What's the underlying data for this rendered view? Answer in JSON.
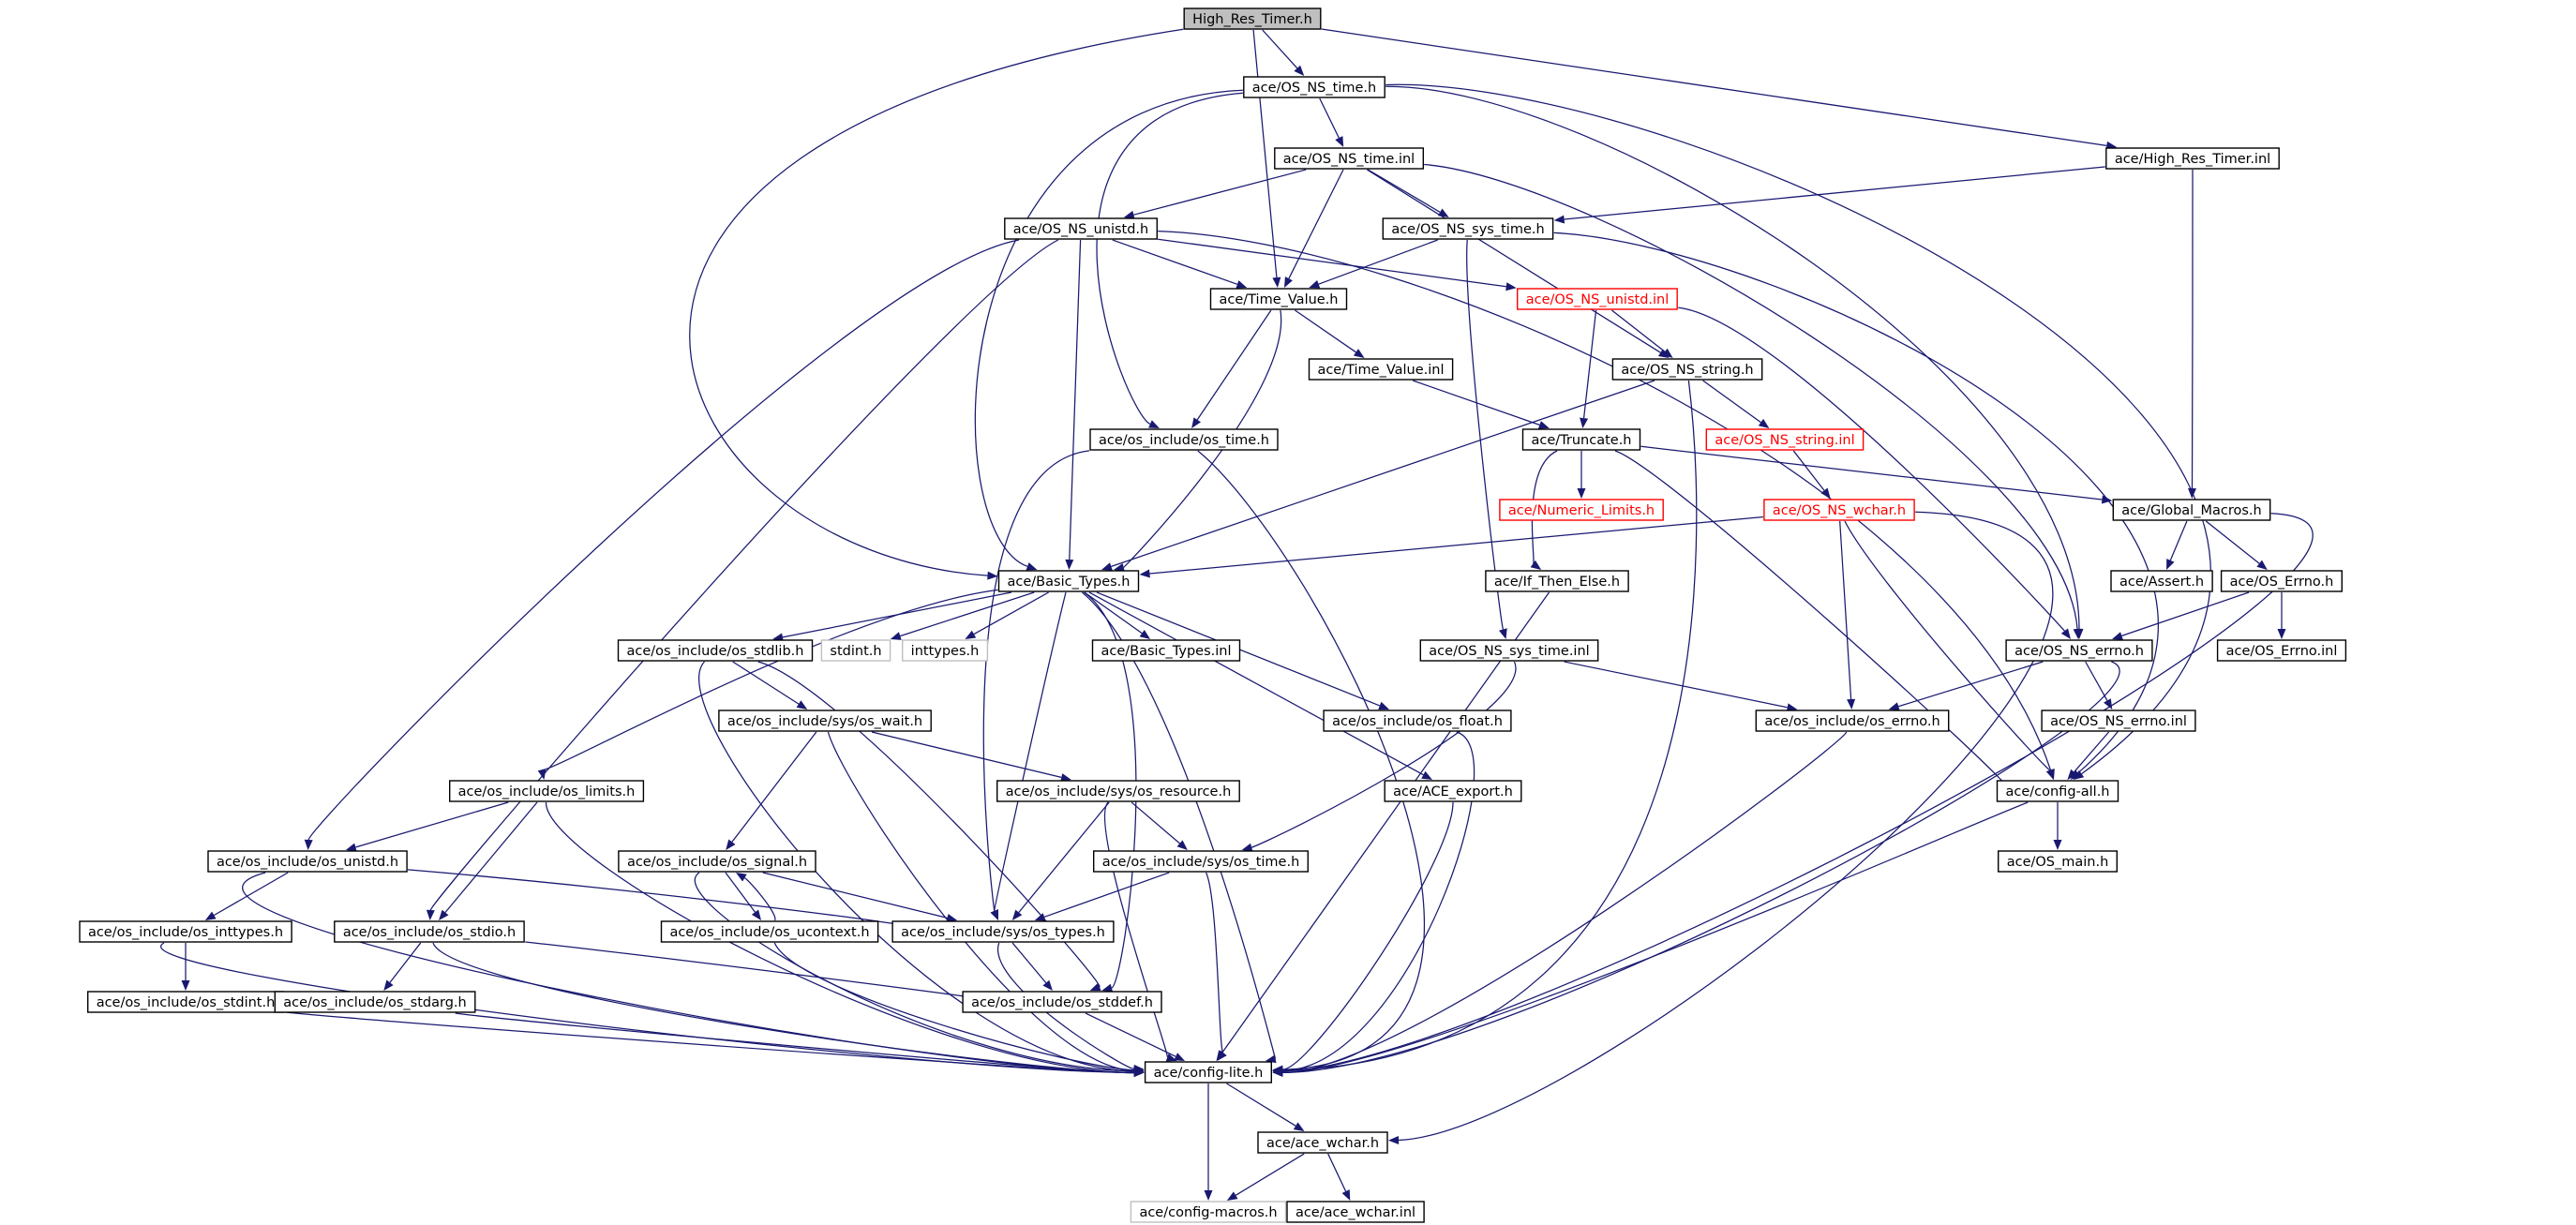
{
  "colors": {
    "edge": "#191970",
    "box_border": "#000000",
    "missing_border": "#ff0000",
    "system_border": "#bfbfbf",
    "root_fill": "#bfbfbf",
    "background": "#ffffff"
  },
  "nodes": [
    {
      "id": "root",
      "label": "High_Res_Timer.h",
      "kind": "root"
    },
    {
      "id": "os_ns_time_h",
      "label": "ace/OS_NS_time.h",
      "kind": "normal"
    },
    {
      "id": "hrt_inl",
      "label": "ace/High_Res_Timer.inl",
      "kind": "normal"
    },
    {
      "id": "os_ns_time_inl",
      "label": "ace/OS_NS_time.inl",
      "kind": "normal"
    },
    {
      "id": "os_ns_unistd_h",
      "label": "ace/OS_NS_unistd.h",
      "kind": "normal"
    },
    {
      "id": "os_ns_sys_time_h",
      "label": "ace/OS_NS_sys_time.h",
      "kind": "normal"
    },
    {
      "id": "time_value_h",
      "label": "ace/Time_Value.h",
      "kind": "normal"
    },
    {
      "id": "os_ns_unistd_inl",
      "label": "ace/OS_NS_unistd.inl",
      "kind": "red"
    },
    {
      "id": "time_value_inl",
      "label": "ace/Time_Value.inl",
      "kind": "normal"
    },
    {
      "id": "os_ns_string_h",
      "label": "ace/OS_NS_string.h",
      "kind": "normal"
    },
    {
      "id": "osi_os_time_h",
      "label": "ace/os_include/os_time.h",
      "kind": "normal"
    },
    {
      "id": "truncate_h",
      "label": "ace/Truncate.h",
      "kind": "normal"
    },
    {
      "id": "os_ns_string_inl",
      "label": "ace/OS_NS_string.inl",
      "kind": "red"
    },
    {
      "id": "numeric_limits_h",
      "label": "ace/Numeric_Limits.h",
      "kind": "red"
    },
    {
      "id": "os_ns_wchar_h",
      "label": "ace/OS_NS_wchar.h",
      "kind": "red"
    },
    {
      "id": "global_macros_h",
      "label": "ace/Global_Macros.h",
      "kind": "normal"
    },
    {
      "id": "basic_types_h",
      "label": "ace/Basic_Types.h",
      "kind": "normal"
    },
    {
      "id": "if_then_else_h",
      "label": "ace/If_Then_Else.h",
      "kind": "normal"
    },
    {
      "id": "assert_h",
      "label": "ace/Assert.h",
      "kind": "normal"
    },
    {
      "id": "os_errno_h",
      "label": "ace/OS_Errno.h",
      "kind": "normal"
    },
    {
      "id": "osi_os_stdlib_h",
      "label": "ace/os_include/os_stdlib.h",
      "kind": "normal"
    },
    {
      "id": "stdint_h",
      "label": "stdint.h",
      "kind": "grey"
    },
    {
      "id": "inttypes_h",
      "label": "inttypes.h",
      "kind": "grey"
    },
    {
      "id": "basic_types_inl",
      "label": "ace/Basic_Types.inl",
      "kind": "normal"
    },
    {
      "id": "os_ns_sys_time_inl",
      "label": "ace/OS_NS_sys_time.inl",
      "kind": "normal"
    },
    {
      "id": "os_ns_errno_h",
      "label": "ace/OS_NS_errno.h",
      "kind": "normal"
    },
    {
      "id": "os_errno_inl",
      "label": "ace/OS_Errno.inl",
      "kind": "normal"
    },
    {
      "id": "osi_sys_os_wait_h",
      "label": "ace/os_include/sys/os_wait.h",
      "kind": "normal"
    },
    {
      "id": "osi_os_float_h",
      "label": "ace/os_include/os_float.h",
      "kind": "normal"
    },
    {
      "id": "osi_os_errno_h",
      "label": "ace/os_include/os_errno.h",
      "kind": "normal"
    },
    {
      "id": "os_ns_errno_inl",
      "label": "ace/OS_NS_errno.inl",
      "kind": "normal"
    },
    {
      "id": "osi_os_limits_h",
      "label": "ace/os_include/os_limits.h",
      "kind": "normal"
    },
    {
      "id": "osi_sys_os_resource_h",
      "label": "ace/os_include/sys/os_resource.h",
      "kind": "normal"
    },
    {
      "id": "ace_export_h",
      "label": "ace/ACE_export.h",
      "kind": "normal"
    },
    {
      "id": "config_all_h",
      "label": "ace/config-all.h",
      "kind": "normal"
    },
    {
      "id": "osi_os_unistd_h",
      "label": "ace/os_include/os_unistd.h",
      "kind": "normal"
    },
    {
      "id": "osi_os_signal_h",
      "label": "ace/os_include/os_signal.h",
      "kind": "normal"
    },
    {
      "id": "osi_sys_os_time_h",
      "label": "ace/os_include/sys/os_time.h",
      "kind": "normal"
    },
    {
      "id": "os_main_h",
      "label": "ace/OS_main.h",
      "kind": "normal"
    },
    {
      "id": "osi_os_inttypes_h",
      "label": "ace/os_include/os_inttypes.h",
      "kind": "normal"
    },
    {
      "id": "osi_os_stdio_h",
      "label": "ace/os_include/os_stdio.h",
      "kind": "normal"
    },
    {
      "id": "osi_os_ucontext_h",
      "label": "ace/os_include/os_ucontext.h",
      "kind": "normal"
    },
    {
      "id": "osi_sys_os_types_h",
      "label": "ace/os_include/sys/os_types.h",
      "kind": "normal"
    },
    {
      "id": "osi_os_stdint_h",
      "label": "ace/os_include/os_stdint.h",
      "kind": "normal"
    },
    {
      "id": "osi_os_stdarg_h",
      "label": "ace/os_include/os_stdarg.h",
      "kind": "normal"
    },
    {
      "id": "osi_os_stddef_h",
      "label": "ace/os_include/os_stddef.h",
      "kind": "normal"
    },
    {
      "id": "config_lite_h",
      "label": "ace/config-lite.h",
      "kind": "normal"
    },
    {
      "id": "ace_wchar_h",
      "label": "ace/ace_wchar.h",
      "kind": "normal"
    },
    {
      "id": "config_macros_h",
      "label": "ace/config-macros.h",
      "kind": "grey"
    },
    {
      "id": "ace_wchar_inl",
      "label": "ace/ace_wchar.inl",
      "kind": "normal"
    }
  ],
  "edges": [
    [
      "root",
      "os_ns_time_h"
    ],
    [
      "root",
      "hrt_inl"
    ],
    [
      "root",
      "time_value_h"
    ],
    [
      "root",
      "basic_types_h"
    ],
    [
      "os_ns_time_h",
      "os_ns_time_inl"
    ],
    [
      "os_ns_time_h",
      "basic_types_h"
    ],
    [
      "os_ns_time_h",
      "osi_os_time_h"
    ],
    [
      "os_ns_time_h",
      "os_ns_errno_h"
    ],
    [
      "os_ns_time_h",
      "config_all_h"
    ],
    [
      "hrt_inl",
      "os_ns_sys_time_h"
    ],
    [
      "hrt_inl",
      "global_macros_h"
    ],
    [
      "os_ns_time_inl",
      "os_ns_unistd_h"
    ],
    [
      "os_ns_time_inl",
      "os_ns_sys_time_h"
    ],
    [
      "os_ns_time_inl",
      "time_value_h"
    ],
    [
      "os_ns_time_inl",
      "os_ns_string_h"
    ],
    [
      "os_ns_time_inl",
      "os_ns_errno_h"
    ],
    [
      "os_ns_unistd_h",
      "time_value_h"
    ],
    [
      "os_ns_unistd_h",
      "os_ns_unistd_inl"
    ],
    [
      "os_ns_unistd_h",
      "basic_types_h"
    ],
    [
      "os_ns_unistd_h",
      "osi_os_unistd_h"
    ],
    [
      "os_ns_unistd_h",
      "osi_os_stdio_h"
    ],
    [
      "os_ns_unistd_h",
      "config_all_h"
    ],
    [
      "os_ns_sys_time_h",
      "time_value_h"
    ],
    [
      "os_ns_sys_time_h",
      "os_ns_sys_time_inl"
    ],
    [
      "os_ns_sys_time_h",
      "config_all_h"
    ],
    [
      "time_value_h",
      "time_value_inl"
    ],
    [
      "time_value_h",
      "osi_os_time_h"
    ],
    [
      "time_value_h",
      "basic_types_h"
    ],
    [
      "os_ns_unistd_inl",
      "os_ns_string_h"
    ],
    [
      "os_ns_unistd_inl",
      "truncate_h"
    ],
    [
      "os_ns_unistd_inl",
      "os_ns_errno_h"
    ],
    [
      "time_value_inl",
      "truncate_h"
    ],
    [
      "os_ns_string_h",
      "os_ns_string_inl"
    ],
    [
      "os_ns_string_h",
      "basic_types_h"
    ],
    [
      "os_ns_string_h",
      "config_lite_h"
    ],
    [
      "osi_os_time_h",
      "osi_sys_os_types_h"
    ],
    [
      "osi_os_time_h",
      "config_lite_h"
    ],
    [
      "truncate_h",
      "numeric_limits_h"
    ],
    [
      "truncate_h",
      "if_then_else_h"
    ],
    [
      "truncate_h",
      "global_macros_h"
    ],
    [
      "truncate_h",
      "config_all_h"
    ],
    [
      "os_ns_string_inl",
      "os_ns_wchar_h"
    ],
    [
      "os_ns_wchar_h",
      "basic_types_h"
    ],
    [
      "os_ns_wchar_h",
      "osi_os_errno_h"
    ],
    [
      "os_ns_wchar_h",
      "config_all_h"
    ],
    [
      "os_ns_wchar_h",
      "ace_wchar_h"
    ],
    [
      "global_macros_h",
      "assert_h"
    ],
    [
      "global_macros_h",
      "os_errno_h"
    ],
    [
      "global_macros_h",
      "config_lite_h"
    ],
    [
      "basic_types_h",
      "osi_os_stdlib_h"
    ],
    [
      "basic_types_h",
      "stdint_h"
    ],
    [
      "basic_types_h",
      "inttypes_h"
    ],
    [
      "basic_types_h",
      "basic_types_inl"
    ],
    [
      "basic_types_h",
      "osi_os_limits_h"
    ],
    [
      "basic_types_h",
      "osi_os_float_h"
    ],
    [
      "basic_types_h",
      "ace_export_h"
    ],
    [
      "basic_types_h",
      "osi_sys_os_types_h"
    ],
    [
      "basic_types_h",
      "osi_os_stddef_h"
    ],
    [
      "basic_types_h",
      "config_lite_h"
    ],
    [
      "if_then_else_h",
      "config_lite_h"
    ],
    [
      "os_errno_h",
      "os_ns_errno_h"
    ],
    [
      "os_errno_h",
      "os_errno_inl"
    ],
    [
      "osi_os_stdlib_h",
      "osi_sys_os_wait_h"
    ],
    [
      "osi_os_stdlib_h",
      "osi_os_stddef_h"
    ],
    [
      "osi_os_stdlib_h",
      "config_lite_h"
    ],
    [
      "os_ns_sys_time_inl",
      "osi_os_errno_h"
    ],
    [
      "os_ns_sys_time_inl",
      "osi_sys_os_time_h"
    ],
    [
      "os_ns_errno_h",
      "osi_os_errno_h"
    ],
    [
      "os_ns_errno_h",
      "os_ns_errno_inl"
    ],
    [
      "os_ns_errno_h",
      "config_lite_h"
    ],
    [
      "osi_sys_os_wait_h",
      "osi_sys_os_resource_h"
    ],
    [
      "osi_sys_os_wait_h",
      "osi_os_signal_h"
    ],
    [
      "osi_sys_os_wait_h",
      "config_lite_h"
    ],
    [
      "osi_os_float_h",
      "config_lite_h"
    ],
    [
      "osi_os_errno_h",
      "config_lite_h"
    ],
    [
      "os_ns_errno_inl",
      "config_all_h"
    ],
    [
      "osi_os_limits_h",
      "osi_os_unistd_h"
    ],
    [
      "osi_os_limits_h",
      "osi_os_stdio_h"
    ],
    [
      "osi_os_limits_h",
      "config_lite_h"
    ],
    [
      "osi_sys_os_resource_h",
      "osi_sys_os_time_h"
    ],
    [
      "osi_sys_os_resource_h",
      "osi_sys_os_types_h"
    ],
    [
      "osi_sys_os_resource_h",
      "config_lite_h"
    ],
    [
      "ace_export_h",
      "config_lite_h"
    ],
    [
      "config_all_h",
      "os_main_h"
    ],
    [
      "config_all_h",
      "config_lite_h"
    ],
    [
      "osi_os_unistd_h",
      "osi_os_inttypes_h"
    ],
    [
      "osi_os_unistd_h",
      "osi_sys_os_types_h"
    ],
    [
      "osi_os_unistd_h",
      "config_lite_h"
    ],
    [
      "osi_os_signal_h",
      "osi_os_ucontext_h"
    ],
    [
      "osi_os_signal_h",
      "osi_sys_os_types_h"
    ],
    [
      "osi_os_signal_h",
      "config_lite_h"
    ],
    [
      "osi_sys_os_time_h",
      "osi_sys_os_types_h"
    ],
    [
      "osi_sys_os_time_h",
      "config_lite_h"
    ],
    [
      "osi_os_inttypes_h",
      "osi_os_stdint_h"
    ],
    [
      "osi_os_inttypes_h",
      "config_lite_h"
    ],
    [
      "osi_os_stdio_h",
      "osi_os_stdarg_h"
    ],
    [
      "osi_os_stdio_h",
      "osi_os_stddef_h"
    ],
    [
      "osi_os_stdio_h",
      "config_lite_h"
    ],
    [
      "osi_os_ucontext_h",
      "osi_os_signal_h"
    ],
    [
      "osi_os_ucontext_h",
      "config_lite_h"
    ],
    [
      "osi_sys_os_types_h",
      "osi_os_stddef_h"
    ],
    [
      "osi_sys_os_types_h",
      "config_lite_h"
    ],
    [
      "osi_os_stdint_h",
      "config_lite_h"
    ],
    [
      "osi_os_stdarg_h",
      "config_lite_h"
    ],
    [
      "osi_os_stddef_h",
      "config_lite_h"
    ],
    [
      "config_lite_h",
      "ace_wchar_h"
    ],
    [
      "config_lite_h",
      "config_macros_h"
    ],
    [
      "ace_wchar_h",
      "config_macros_h"
    ],
    [
      "ace_wchar_h",
      "ace_wchar_inl"
    ]
  ]
}
